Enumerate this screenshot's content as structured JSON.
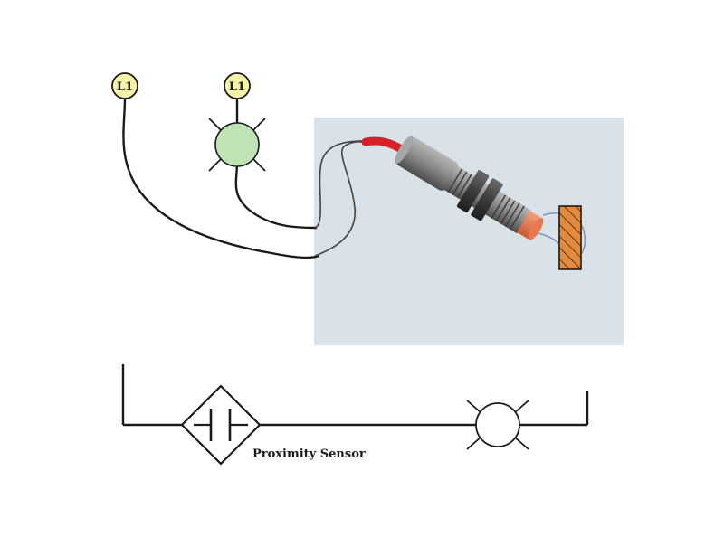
{
  "terminals": {
    "left": "L1",
    "right": "L1"
  },
  "ladder": {
    "sensor_label": "Proximity Sensor"
  },
  "colors": {
    "terminal_fill": "#f8f1a8",
    "lamp_fill": "#bfe3b4",
    "panel_bg": "#dfe7ec",
    "wire_red": "#d8202a",
    "sensor_face": "#e8794f",
    "target_fill": "#e38a3c",
    "line": "#1a1a1a"
  },
  "icons": {
    "lamp": "indicator-lamp-icon",
    "sensor": "proximity-sensor-icon",
    "target": "metal-target-icon"
  }
}
